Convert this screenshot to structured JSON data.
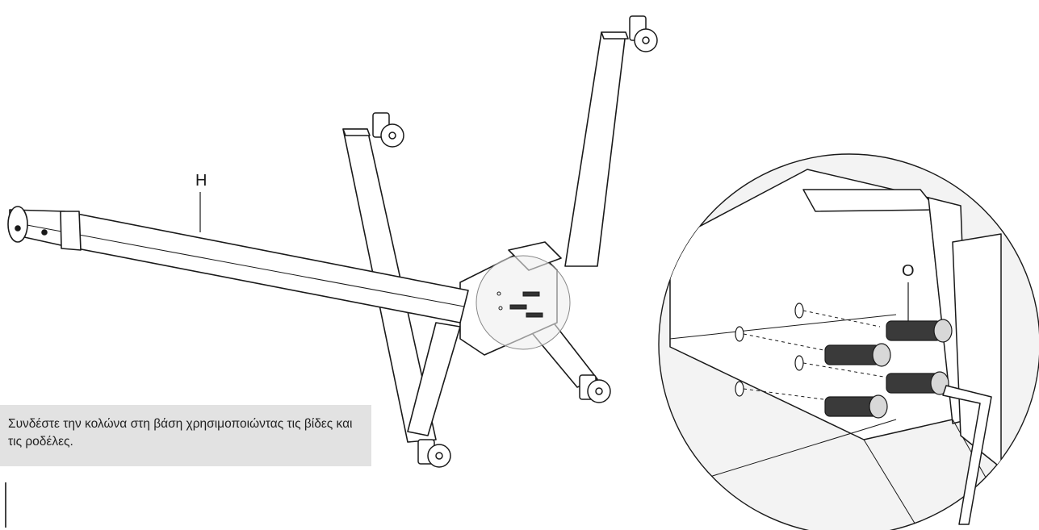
{
  "labels": {
    "column": "H",
    "bolt": "O"
  },
  "caption": {
    "text": "Συνδέστε την κολώνα στη βάση χρησιμοποιώντας τις βίδες και τις ροδέλες."
  },
  "colors": {
    "line": "#1a1a1a",
    "metal": "#ffffff",
    "bolt": "#3a3a3a",
    "detail_circle": "#f1f1f1",
    "caption_bg": "#e2e2e2"
  }
}
